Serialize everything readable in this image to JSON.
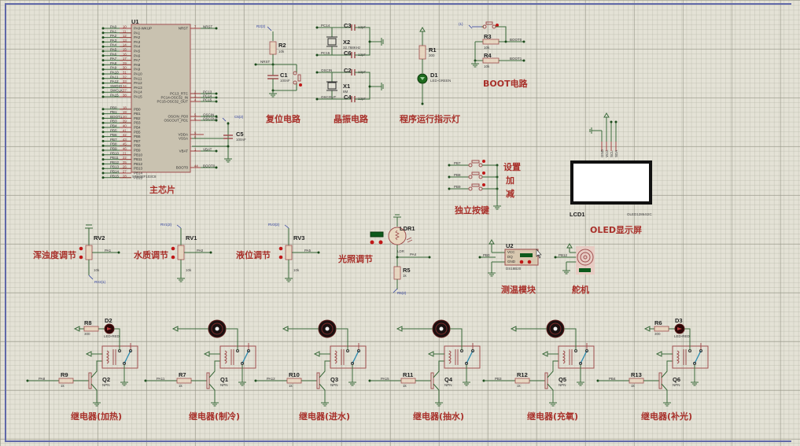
{
  "app": "Proteus ISIS schematic",
  "sections": {
    "mcu": "主芯片",
    "reset": "复位电路",
    "crystal": "晶振电路",
    "run_led": "程序运行指示灯",
    "boot": "BOOT电路",
    "keys": "独立按键",
    "oled": "OLED显示屏",
    "turbidity": "浑浊度调节",
    "quality": "水质调节",
    "level": "液位调节",
    "light": "光照调节",
    "temp": "测温模块",
    "servo": "舵机"
  },
  "keys_labels": [
    "设置",
    "加",
    "减"
  ],
  "mcu": {
    "ref": "U1",
    "part": "STM32F103C8",
    "left_pins": [
      {
        "net": "PA0",
        "num": "10",
        "name": "PA0-WKUP"
      },
      {
        "net": "PA1",
        "num": "11",
        "name": "PA1"
      },
      {
        "net": "PA2",
        "num": "12",
        "name": "PA2"
      },
      {
        "net": "PA3",
        "num": "13",
        "name": "PA3"
      },
      {
        "net": "PA4",
        "num": "14",
        "name": "PA4"
      },
      {
        "net": "PA5",
        "num": "15",
        "name": "PA5"
      },
      {
        "net": "PA6",
        "num": "16",
        "name": "PA6"
      },
      {
        "net": "PA7",
        "num": "17",
        "name": "PA7"
      },
      {
        "net": "PA8",
        "num": "29",
        "name": "PA8"
      },
      {
        "net": "PA9",
        "num": "30",
        "name": "PA9"
      },
      {
        "net": "PA10",
        "num": "31",
        "name": "PA10"
      },
      {
        "net": "PA11",
        "num": "32",
        "name": "PA11"
      },
      {
        "net": "PA12",
        "num": "33",
        "name": "PA12"
      },
      {
        "net": "SWDIO",
        "num": "34",
        "name": "PA13"
      },
      {
        "net": "SWCLK",
        "num": "37",
        "name": "PA14"
      },
      {
        "net": "PA15",
        "num": "38",
        "name": "PA15"
      },
      {
        "net": "PB0",
        "num": "18",
        "name": "PB0"
      },
      {
        "net": "PB1",
        "num": "19",
        "name": "PB1"
      },
      {
        "net": "BOOT1",
        "num": "20",
        "name": "PB2"
      },
      {
        "net": "PB3",
        "num": "39",
        "name": "PB3"
      },
      {
        "net": "PB4",
        "num": "40",
        "name": "PB4"
      },
      {
        "net": "PB5",
        "num": "41",
        "name": "PB5"
      },
      {
        "net": "PB6",
        "num": "42",
        "name": "PB6"
      },
      {
        "net": "PB7",
        "num": "43",
        "name": "PB7"
      },
      {
        "net": "PB8",
        "num": "45",
        "name": "PB8"
      },
      {
        "net": "PB9",
        "num": "46",
        "name": "PB9"
      },
      {
        "net": "PB10",
        "num": "21",
        "name": "PB10"
      },
      {
        "net": "PB11",
        "num": "22",
        "name": "PB11"
      },
      {
        "net": "PB12",
        "num": "25",
        "name": "PB12"
      },
      {
        "net": "PB13",
        "num": "26",
        "name": "PB13"
      },
      {
        "net": "PB14",
        "num": "27",
        "name": "PB14"
      },
      {
        "net": "PB15",
        "num": "28",
        "name": "PB15"
      }
    ],
    "right_pins": [
      {
        "name": "NRST",
        "num": "7",
        "net": "NRST"
      },
      {
        "name": "PC13_RTC",
        "num": "2",
        "net": "PC13"
      },
      {
        "name": "PC14-OSC32_IN",
        "num": "3",
        "net": "PC14"
      },
      {
        "name": "PC15-OSC32_OUT",
        "num": "4",
        "net": "PC15"
      },
      {
        "name": "OSCIN_PD0",
        "num": "5",
        "net": "OSCIN"
      },
      {
        "name": "OSCOUT_PD1",
        "num": "6",
        "net": "OSCOUT"
      },
      {
        "name": "VDDA",
        "num": "9",
        "net": ""
      },
      {
        "name": "VSSA",
        "num": "8",
        "net": ""
      },
      {
        "name": "VBAT",
        "num": "1",
        "net": "VBAT"
      },
      {
        "name": "BOOT0",
        "num": "44",
        "net": "BOOT0"
      }
    ],
    "c5": {
      "ref": "C5",
      "val": "100nF",
      "probe": "C5(2)"
    }
  },
  "reset": {
    "r": "R2",
    "r_val": "10k",
    "c": "C1",
    "c_val": "100nF",
    "net": "NRST",
    "probe": "R2(2)"
  },
  "crystal": {
    "c3": "C3",
    "c6": "C6",
    "c2": "C2",
    "c4": "C4",
    "cval": "12pF",
    "x2": "X2",
    "x2_val": "32.768KHz",
    "x1": "X1",
    "x1_val": "8M",
    "nets": [
      "PC14",
      "PC15",
      "OSCIN",
      "OSCOUT"
    ]
  },
  "run_led": {
    "r": "R1",
    "r_val": "300",
    "d": "D1",
    "d_val": "LED-GREEN",
    "net": "PC13"
  },
  "boot": {
    "r3": "R3",
    "r4": "R4",
    "val": "10k",
    "nets": [
      "BOOT0",
      "BOOT1"
    ],
    "probe": "(1)"
  },
  "keys": {
    "nets": [
      "PB7",
      "PB8",
      "PB9"
    ]
  },
  "oled": {
    "ref": "LCD1",
    "part": "OLED12864I2C",
    "pins": [
      "GND",
      "VCC",
      "SCL",
      "SDA"
    ]
  },
  "pots": [
    {
      "ref": "RV2",
      "val": "10k",
      "net": "PA1",
      "probe": "RV2(1)"
    },
    {
      "ref": "RV1",
      "val": "10k",
      "net": "PA0",
      "probe": "RV1(2)"
    },
    {
      "ref": "RV3",
      "val": "10k",
      "net": "PA5",
      "probe": "RV3(2)"
    }
  ],
  "ldr": {
    "ref": "LDR1",
    "val": "LDR",
    "r": "R5",
    "r_val": "1k",
    "net": "PA4",
    "probe": "R5(2)"
  },
  "temp": {
    "ref": "U2",
    "part": "DS18B20",
    "net": "PB0",
    "pins": [
      "VCC",
      "DQ",
      "GND"
    ]
  },
  "servo": {
    "net": "PB12"
  },
  "relays": [
    {
      "label": "继电器(加热)",
      "rb": "R9",
      "net": "PA8",
      "q": "Q2",
      "load": "led",
      "led": "D2",
      "rl": "R8",
      "rl_val": "300",
      "led_val": "LED-RED"
    },
    {
      "label": "继电器(制冷)",
      "rb": "R7",
      "net": "PA11",
      "q": "Q1",
      "load": "motor"
    },
    {
      "label": "继电器(进水)",
      "rb": "R10",
      "net": "PA12",
      "q": "Q3",
      "load": "motor"
    },
    {
      "label": "继电器(抽水)",
      "rb": "R11",
      "net": "PA15",
      "q": "Q4",
      "load": "motor"
    },
    {
      "label": "继电器(充氧)",
      "rb": "R12",
      "net": "PB3",
      "q": "Q5",
      "load": "motor"
    },
    {
      "label": "继电器(补光)",
      "rb": "R13",
      "net": "PB4",
      "q": "Q6",
      "load": "led",
      "led": "D3",
      "rl": "R6",
      "rl_val": "300",
      "led_val": "LED-RED"
    }
  ],
  "common": {
    "rb_val": "1k",
    "q_val": "NPN"
  }
}
